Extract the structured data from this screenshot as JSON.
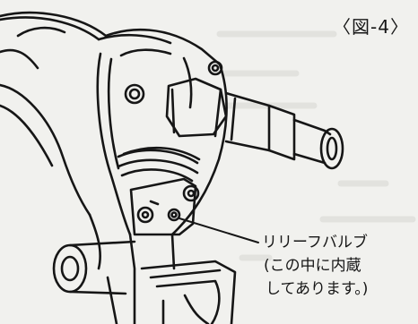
{
  "figure_label": "〈図-4〉",
  "callout": {
    "line1": "リリーフバルブ",
    "line2": "(この中に内蔵",
    "line3": "してあります。)"
  },
  "colors": {
    "line": "#161616",
    "paper": "#f1f1ee"
  },
  "icons": [
    "hydraulic-tool-drawing",
    "relief-valve-port-icon"
  ]
}
